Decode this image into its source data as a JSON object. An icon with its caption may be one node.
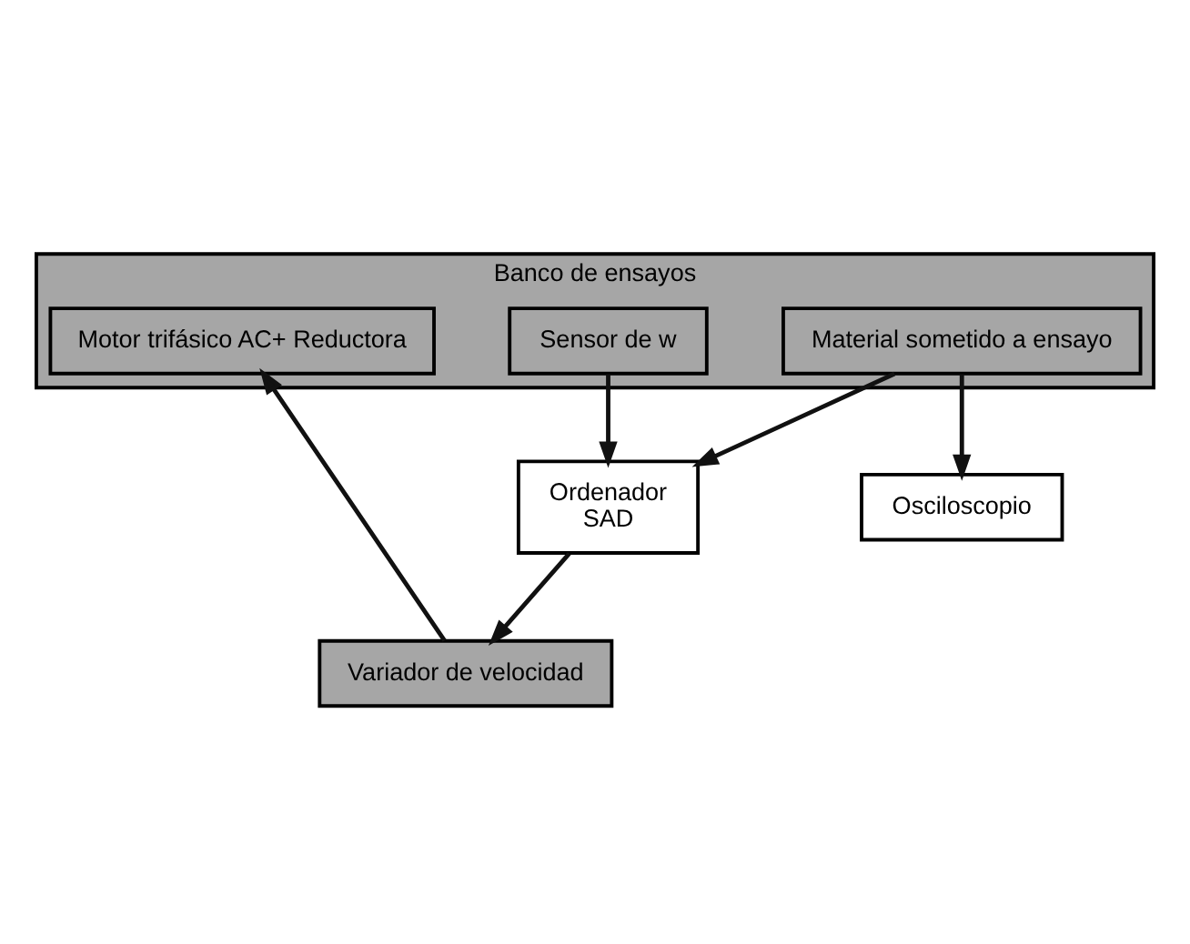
{
  "diagram": {
    "nodes": [
      {
        "text": [
          "Ordenador",
          "SAD"
        ]
      },
      {
        "text": [
          "Variador de velocidad"
        ]
      },
      {
        "text": [
          "Banco de ensayos"
        ]
      },
      {
        "text": [
          "Motor trifásico AC+ Reductora"
        ],
        "in": 2
      },
      {
        "text": [
          "Sensor de w"
        ],
        "in": 2
      },
      {
        "text": [
          "Material sometido a ensayo"
        ],
        "in": 2
      },
      {
        "text": [
          "Osciloscopio"
        ]
      }
    ],
    "edges": [
      {
        "from": 0,
        "to": 1,
        "arrow": "to"
      },
      {
        "from": 1,
        "to": 3,
        "arrow": "to"
      },
      {
        "from": 4,
        "to": 0,
        "arrow": "to"
      },
      {
        "from": 5,
        "to": 0,
        "arrow": "to"
      },
      {
        "from": 5,
        "to": 6,
        "arrow": "to"
      }
    ]
  }
}
